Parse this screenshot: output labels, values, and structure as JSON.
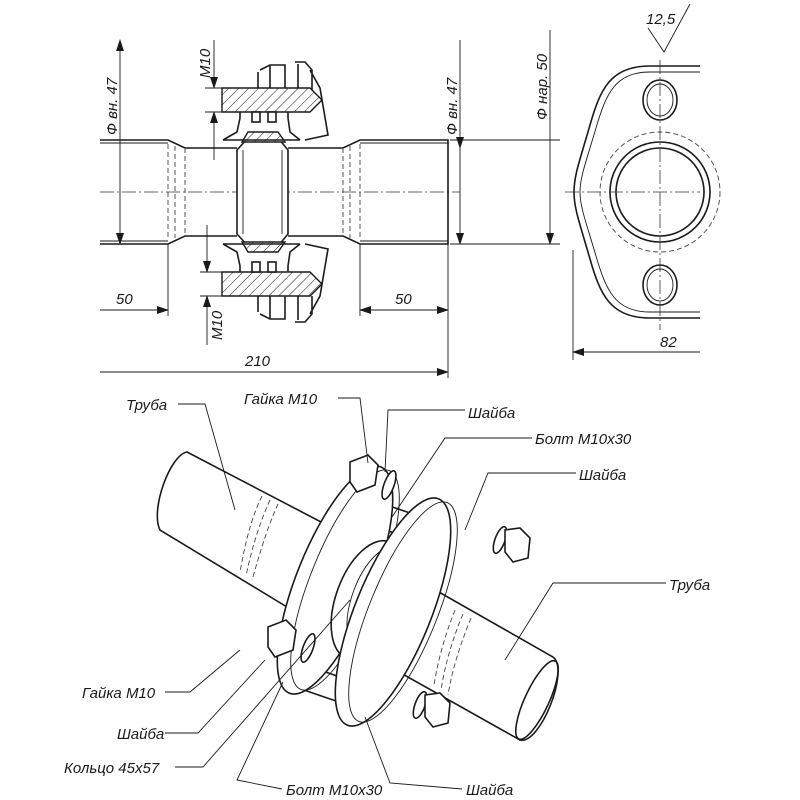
{
  "section_view": {
    "dims": {
      "inner_diam_left": "Ф вн. 47",
      "thread_top": "M10",
      "inner_diam_right": "Ф вн. 47",
      "outer_diam": "Ф нар. 50",
      "length_left": "50",
      "length_right": "50",
      "thread_bottom": "M10",
      "total_length": "210"
    }
  },
  "flange_view": {
    "roughness": "12,5",
    "width": "82"
  },
  "assembly_view": {
    "labels": {
      "pipe_left": "Труба",
      "nut_top": "Гайка М10",
      "washer_top_left": "Шайба",
      "bolt_top": "Болт М10х30",
      "washer_top_right": "Шайба",
      "pipe_right": "Труба",
      "nut_bottom": "Гайка М10",
      "washer_bottom_left": "Шайба",
      "ring": "Кольцо 45х57",
      "bolt_bottom": "Болт М10х30",
      "washer_bottom_right": "Шайба"
    }
  }
}
